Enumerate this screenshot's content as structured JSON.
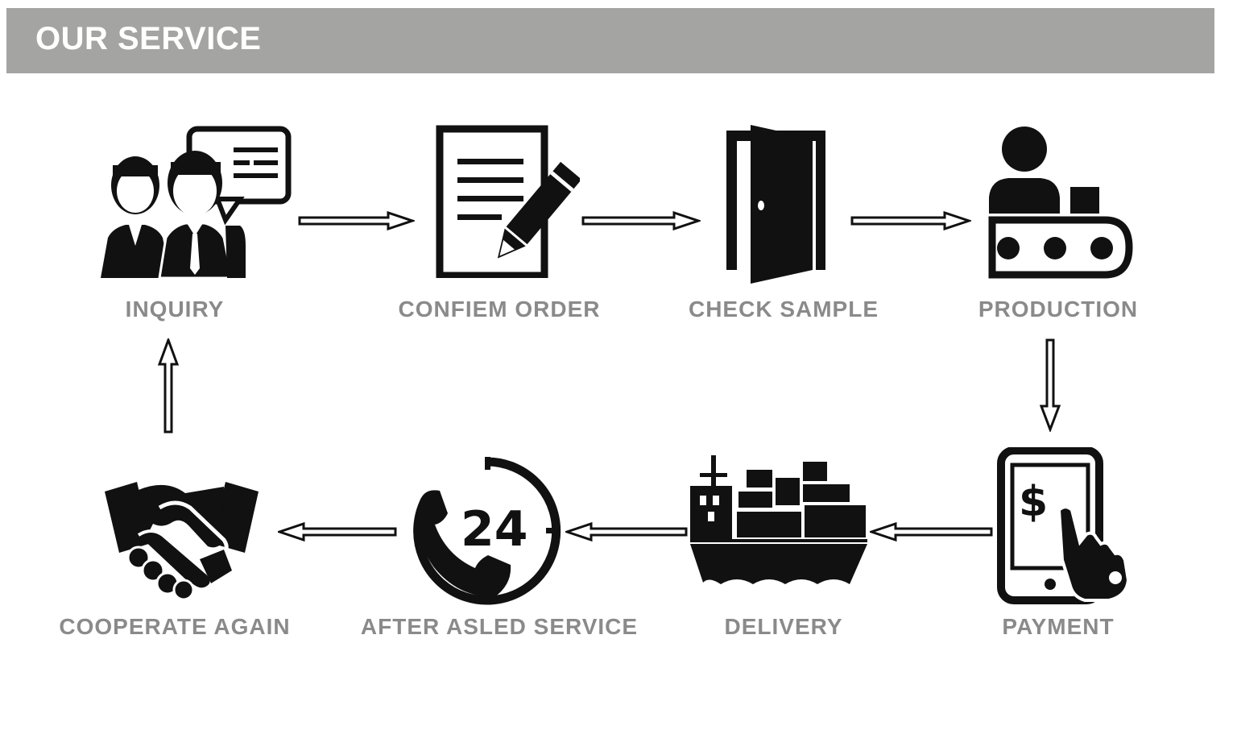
{
  "header": {
    "title": "OUR SERVICE"
  },
  "steps": [
    {
      "label": "INQUIRY",
      "icon": "inquiry-people-chat-icon"
    },
    {
      "label": "CONFIEM ORDER",
      "icon": "document-pen-icon"
    },
    {
      "label": "CHECK SAMPLE",
      "icon": "open-door-icon"
    },
    {
      "label": "PRODUCTION",
      "icon": "worker-conveyor-icon"
    },
    {
      "label": "PAYMENT",
      "icon": "tablet-dollar-tap-icon"
    },
    {
      "label": "DELIVERY",
      "icon": "cargo-ship-icon"
    },
    {
      "label": "AFTER ASLED SERVICE",
      "icon": "phone-24-hours-icon"
    },
    {
      "label": "COOPERATE AGAIN",
      "icon": "handshake-icon"
    }
  ],
  "colors": {
    "header_bg": "#a4a5a3",
    "label": "#8a8a8a",
    "icon": "#111111"
  }
}
